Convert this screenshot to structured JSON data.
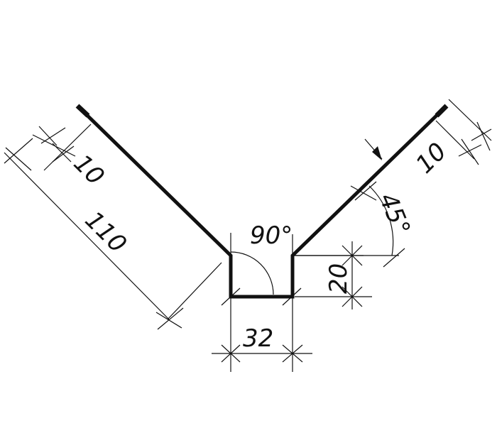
{
  "labels": {
    "left_hem": "10",
    "left_flange": "110",
    "apex_angle": "90°",
    "slope_angle": "45°",
    "right_hem": "10",
    "channel_depth": "20",
    "channel_width": "32"
  },
  "colors": {
    "line": "#111111",
    "background": "#ffffff"
  }
}
